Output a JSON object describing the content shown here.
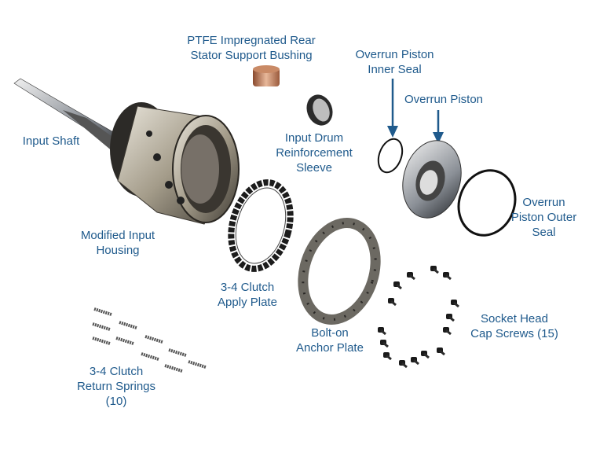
{
  "label_color": "#1f5a8c",
  "labels": {
    "bushing": [
      "PTFE Impregnated Rear",
      "Stator Support Bushing"
    ],
    "inner_seal": [
      "Overrun Piston",
      "Inner Seal"
    ],
    "piston": [
      "Overrun Piston"
    ],
    "input_shaft": [
      "Input Shaft"
    ],
    "sleeve": [
      "Input Drum",
      "Reinforcement",
      "Sleeve"
    ],
    "outer_seal": [
      "Overrun",
      "Piston Outer",
      "Seal"
    ],
    "housing": [
      "Modified Input",
      "Housing"
    ],
    "apply_plate": [
      "3-4 Clutch",
      "Apply Plate"
    ],
    "anchor_plate": [
      "Bolt-on",
      "Anchor Plate"
    ],
    "screws": [
      "Socket Head",
      "Cap Screws (15)"
    ],
    "springs": [
      "3-4 Clutch",
      "Return Springs",
      "(10)"
    ]
  }
}
